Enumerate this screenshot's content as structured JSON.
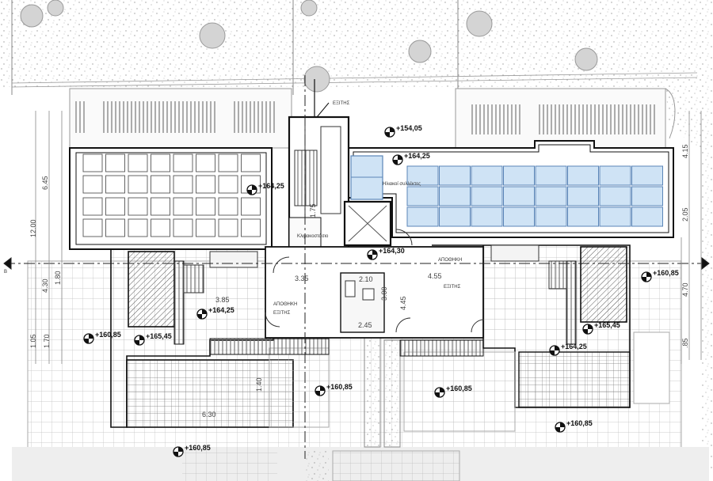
{
  "colors": {
    "line": "#1a1a1a",
    "thin": "#8a8a8a",
    "solar_fill": "#cfe3f5",
    "solar_stroke": "#5b86b8",
    "ground": "#e6e6e6",
    "tile": "#bdbdbd"
  },
  "level_markers": [
    {
      "id": "lvl-154-05",
      "label": "+154,05",
      "icon": "level-marker-icon"
    },
    {
      "id": "lvl-164-25-roof-right",
      "label": "+164,25",
      "icon": "level-marker-icon"
    },
    {
      "id": "lvl-164-25-roof-left",
      "label": "+164,25",
      "icon": "level-marker-icon"
    },
    {
      "id": "lvl-164-30",
      "label": "+164,30",
      "icon": "level-marker-icon"
    },
    {
      "id": "lvl-160-85-right",
      "label": "+160,85",
      "icon": "level-marker-icon"
    },
    {
      "id": "lvl-164-25-left",
      "label": "+164,25",
      "icon": "level-marker-icon"
    },
    {
      "id": "lvl-165-45-right",
      "label": "+165,45",
      "icon": "level-marker-icon"
    },
    {
      "id": "lvl-164-25-right",
      "label": "+164,25",
      "icon": "level-marker-icon"
    },
    {
      "id": "lvl-160-85-left",
      "label": "+160,85",
      "icon": "level-marker-icon"
    },
    {
      "id": "lvl-165-45-left",
      "label": "+165,45",
      "icon": "level-marker-icon"
    },
    {
      "id": "lvl-160-85-center-left",
      "label": "+160,85",
      "icon": "level-marker-icon"
    },
    {
      "id": "lvl-160-85-center-right",
      "label": "+160,85",
      "icon": "level-marker-icon"
    },
    {
      "id": "lvl-160-85-bottom-right",
      "label": "+160,85",
      "icon": "level-marker-icon"
    },
    {
      "id": "lvl-160-85-bottom-left",
      "label": "+160,85",
      "icon": "level-marker-icon"
    }
  ],
  "labels": {
    "stair_top": "ΕΞΙΤΗΣ",
    "apothiki": "ΑΠΟΘΗΚΗ",
    "exitis_left": "ΕΞΙΤΗΣ",
    "exitis_right": "ΕΞΙΤΗΣ",
    "apothiki_right": "ΑΠΟΘΗΚΗ",
    "solar_note": "Ηλιακοί συλλέκτες",
    "stair_note": "Κλιμακοστάσιο",
    "section_mark": "B"
  },
  "dimensions": {
    "d_3_35": "3.35",
    "d_3_85": "3.85",
    "d_2_10": "2.10",
    "d_4_55": "4.55",
    "d_4_45": "4.45",
    "d_3_00": "3.00",
    "d_1_75": "1.75",
    "d_6_45": "6.45",
    "d_12_00": "12.00",
    "d_4_30": "4.30",
    "d_1_80": "1.80",
    "d_1_05": "1.05",
    "d_1_70": "1.70",
    "d_4_15": "4.15",
    "d_2_05": "2.05",
    "d_4_70": "4.70",
    "d_85": ".85",
    "d_1_40": "1.40",
    "d_6_30": "6.30",
    "d_2_45": "2.45"
  }
}
